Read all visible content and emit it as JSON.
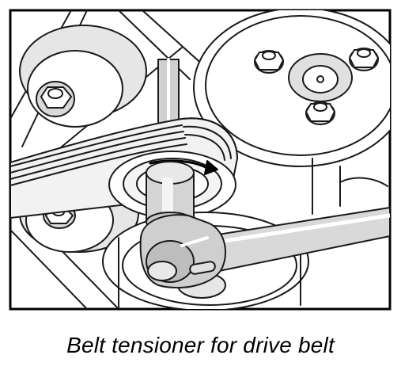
{
  "caption": "Belt tensioner for drive belt",
  "illustration": {
    "subject": "ratchet wrench turning belt tensioner",
    "rotation_direction": "clockwise",
    "colors": {
      "line": "#1a1a1a",
      "fill_light": "#ffffff",
      "fill_gray": "#d9d9d9",
      "fill_mid": "#bdbdbd",
      "frame": "#000000"
    }
  }
}
